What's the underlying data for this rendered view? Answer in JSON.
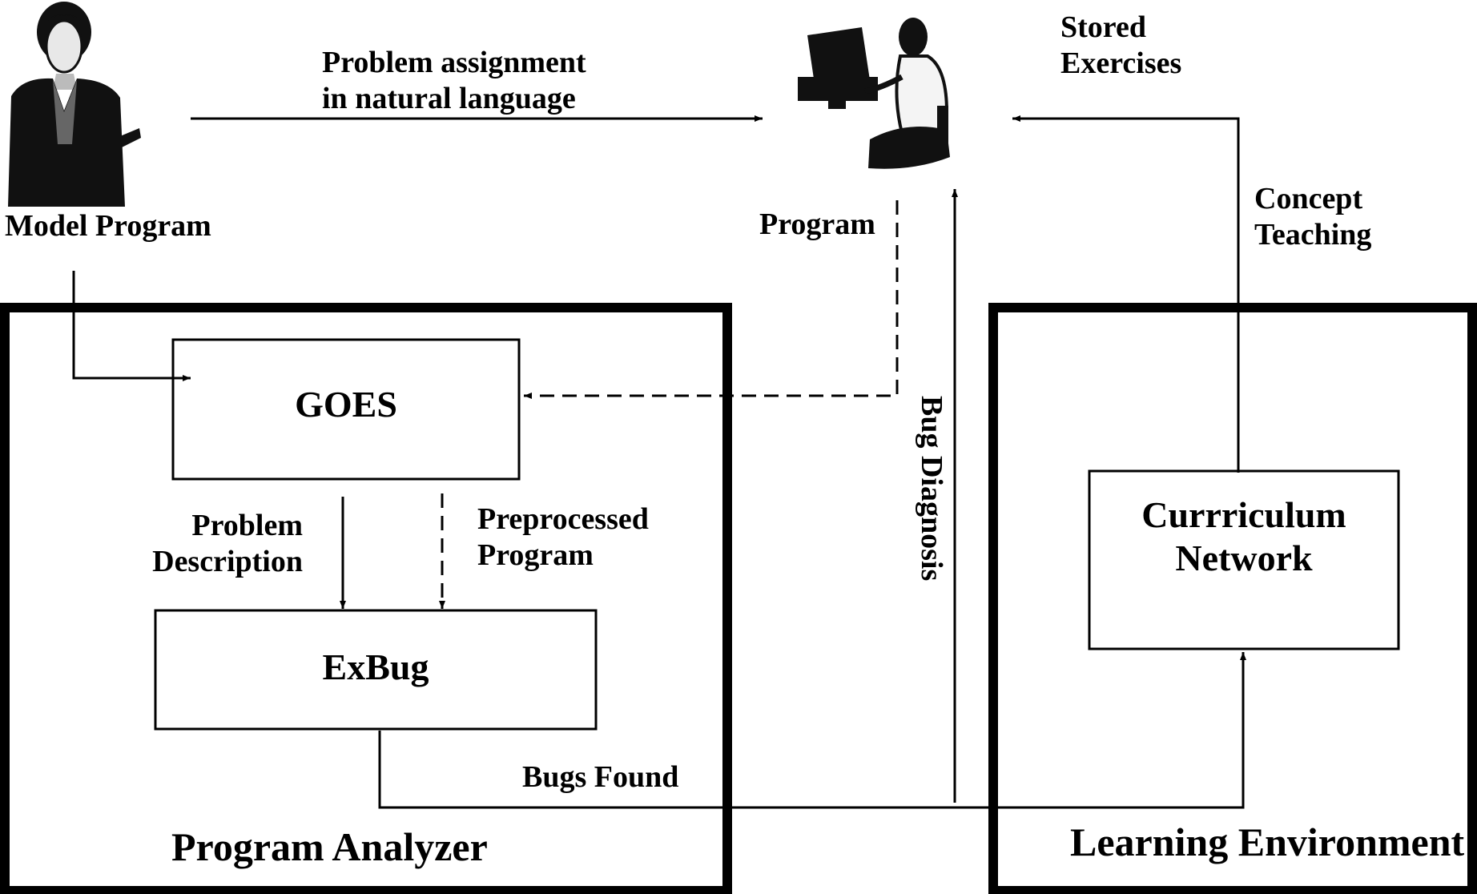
{
  "actors": {
    "teacher": {
      "icon": "teacher-icon",
      "label": "Model Program"
    },
    "student": {
      "icon": "student-computer-icon"
    }
  },
  "flows": {
    "assignment": "Problem assignment\nin natural language",
    "program": "Program",
    "stored_exercises": "Stored\nExercises",
    "concept_teaching": "Concept\nTeaching",
    "bug_diagnosis": "Bug Diagnosis",
    "problem_description": "Problem\nDescription",
    "preprocessed_program": "Preprocessed\nProgram",
    "bugs_found": "Bugs Found"
  },
  "modules": {
    "goes": "GOES",
    "exbug": "ExBug",
    "curriculum": "Currriculum\nNetwork"
  },
  "containers": {
    "analyzer": "Program Analyzer",
    "learning": "Learning Environment"
  }
}
